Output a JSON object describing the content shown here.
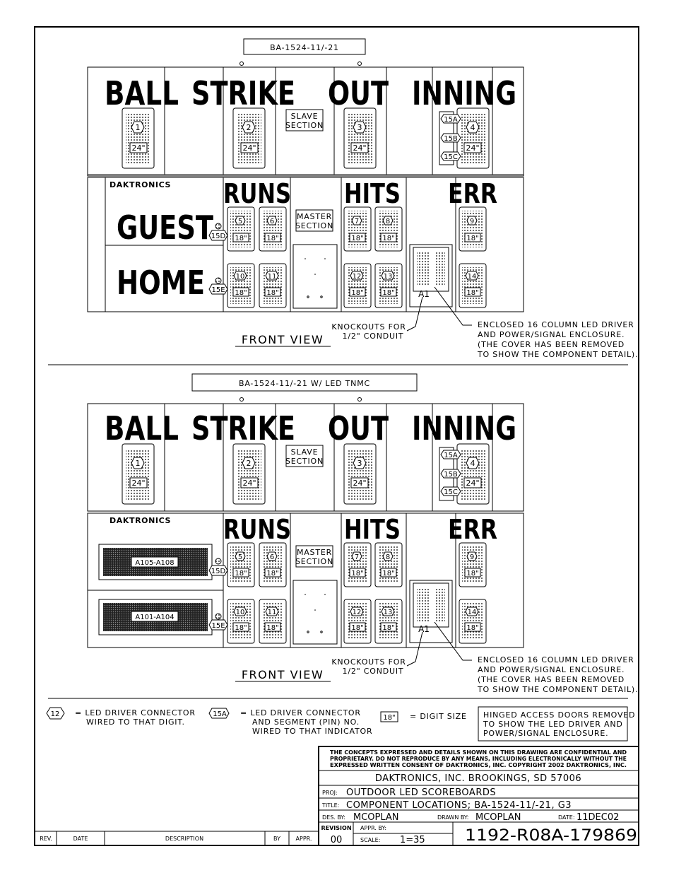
{
  "views": [
    {
      "title": "BA-1524-11/-21",
      "headings": {
        "ball": "BALL",
        "strike": "STRIKE",
        "out": "OUT",
        "inning": "INNING",
        "runs": "RUNS",
        "hits": "HITS",
        "err": "ERR"
      },
      "brand": "DAKTRONICS",
      "team_guest": "GUEST",
      "team_home": "HOME",
      "slave_section": [
        "SLAVE",
        "SECTION"
      ],
      "master_section": [
        "MASTER",
        "SECTION"
      ],
      "big_digits": [
        "1",
        "2",
        "3",
        "4"
      ],
      "big_digit_size": "24\"",
      "inning_connectors": [
        "15A",
        "15B",
        "15C"
      ],
      "small_digits_top": [
        "5",
        "6",
        "7",
        "8",
        "9"
      ],
      "small_digits_bottom": [
        "10",
        "11",
        "12",
        "13",
        "14"
      ],
      "small_digit_size": "18\"",
      "indicator_guest": "15D",
      "indicator_home": "15E",
      "driver_label": "A1",
      "driver_modules": [],
      "front_view": "FRONT VIEW",
      "knockouts": [
        "KNOCKOUTS FOR",
        "1/2\" CONDUIT"
      ],
      "enclosure_note": [
        "ENCLOSED 16 COLUMN LED DRIVER",
        "AND POWER/SIGNAL ENCLOSURE.",
        "(THE COVER HAS BEEN REMOVED",
        "TO SHOW THE COMPONENT DETAIL)."
      ]
    },
    {
      "title": "BA-1524-11/-21 W/ LED TNMC",
      "headings": {
        "ball": "BALL",
        "strike": "STRIKE",
        "out": "OUT",
        "inning": "INNING",
        "runs": "RUNS",
        "hits": "HITS",
        "err": "ERR"
      },
      "brand": "DAKTRONICS",
      "slave_section": [
        "SLAVE",
        "SECTION"
      ],
      "master_section": [
        "MASTER",
        "SECTION"
      ],
      "big_digits": [
        "1",
        "2",
        "3",
        "4"
      ],
      "big_digit_size": "24\"",
      "inning_connectors": [
        "15A",
        "15B",
        "15C"
      ],
      "small_digits_top": [
        "5",
        "6",
        "7",
        "8",
        "9"
      ],
      "small_digits_bottom": [
        "10",
        "11",
        "12",
        "13",
        "14"
      ],
      "small_digit_size": "18\"",
      "indicator_guest": "15D",
      "indicator_home": "15E",
      "driver_label": "A1",
      "driver_modules": [
        "A105-A108",
        "A101-A104"
      ],
      "front_view": "FRONT VIEW",
      "knockouts": [
        "KNOCKOUTS FOR",
        "1/2\" CONDUIT"
      ],
      "enclosure_note": [
        "ENCLOSED 16 COLUMN LED DRIVER",
        "AND POWER/SIGNAL ENCLOSURE.",
        "(THE COVER HAS BEEN REMOVED",
        "TO SHOW THE COMPONENT DETAIL)."
      ]
    }
  ],
  "legend": {
    "digit_connector_symbol": "12",
    "digit_connector_text": [
      "= LED DRIVER CONNECTOR",
      "WIRED TO THAT DIGIT."
    ],
    "segment_connector_symbol": "15A",
    "segment_connector_text": [
      "= LED DRIVER CONNECTOR",
      "AND SEGMENT (PIN) NO.",
      "WIRED TO THAT INDICATOR"
    ],
    "digit_size_symbol": "18\"",
    "digit_size_text": "= DIGIT SIZE",
    "hinged_note": [
      "HINGED ACCESS DOORS REMOVED",
      "TO SHOW THE LED DRIVER AND",
      "POWER/SIGNAL ENCLOSURE."
    ]
  },
  "title_block": {
    "confidential": [
      "THE CONCEPTS EXPRESSED AND DETAILS SHOWN ON THIS DRAWING ARE CONFIDENTIAL AND",
      "PROPRIETARY. DO NOT REPRODUCE BY ANY MEANS, INCLUDING ELECTRONICALLY WITHOUT THE",
      "EXPRESSED WRITTEN CONSENT OF DAKTRONICS, INC.          COPYRIGHT 2002 DAKTRONICS, INC."
    ],
    "company": "DAKTRONICS, INC.   BROOKINGS, SD 57006",
    "proj_label": "PROJ:",
    "proj": "OUTDOOR LED SCOREBOARDS",
    "title_label": "TITLE:",
    "title": "COMPONENT LOCATIONS; BA-1524-11/-21, G3",
    "des_label": "DES. BY:",
    "des_by": "MCOPLAN",
    "drawn_label": "DRAWN BY:",
    "drawn_by": "MCOPLAN",
    "date_label": "DATE:",
    "date": "11DEC02",
    "revision_label": "REVISION",
    "revision": "00",
    "appr_label": "APPR. BY:",
    "scale_label": "SCALE:",
    "scale": "1=35",
    "drawing_number": "1192-R08A-179869"
  },
  "revision_table": {
    "headers": [
      "REV.",
      "DATE",
      "DESCRIPTION",
      "BY",
      "APPR."
    ]
  }
}
